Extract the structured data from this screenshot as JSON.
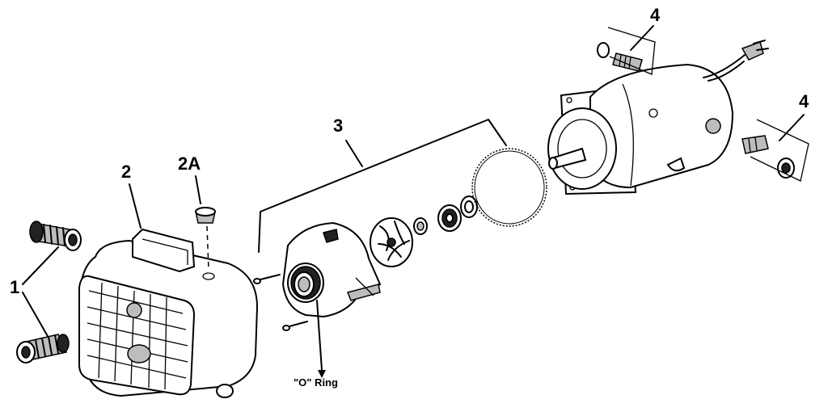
{
  "labels": {
    "hose_adapters": "1",
    "pump_housing": "2",
    "plug": "2A",
    "seal_kit": "3",
    "motor_brush_top": "4",
    "motor_brush_right": "4",
    "o_ring": "\"O\" Ring"
  },
  "icons": {
    "hose_adapter": "hose-adapter-icon",
    "pump_housing": "pump-housing-icon",
    "plug": "plug-icon",
    "impeller": "impeller-icon",
    "seal": "seal-icon",
    "gasket": "gasket-icon",
    "motor": "motor-icon",
    "brush": "brush-icon"
  },
  "colors": {
    "ink": "#000000",
    "background": "#ffffff"
  }
}
